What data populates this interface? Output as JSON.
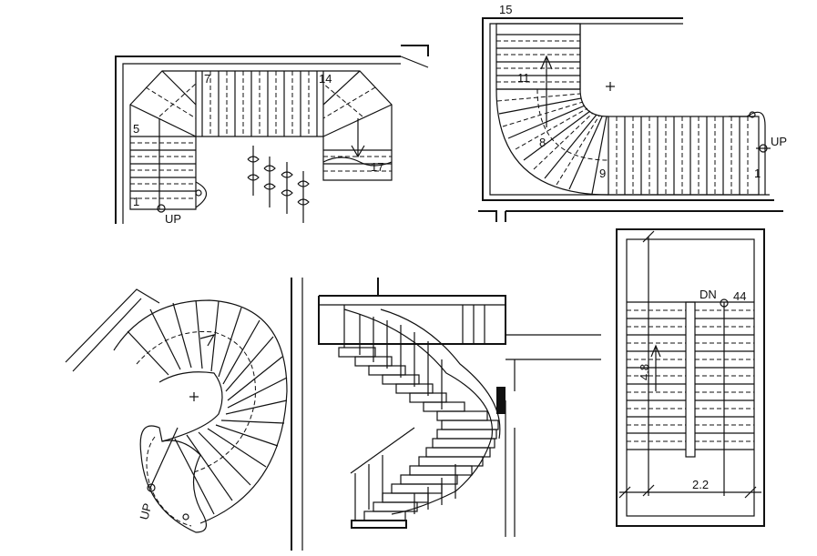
{
  "plan_l_shape": {
    "n1": "1",
    "n5": "5",
    "n7": "7",
    "n14": "14",
    "n17": "17",
    "up": "UP"
  },
  "plan_u_shape": {
    "n15": "15",
    "n11": "11",
    "n8": "8",
    "n9": "9",
    "n1": "1",
    "up": "UP"
  },
  "plan_spiral": {
    "up": "UP"
  },
  "plan_straight": {
    "dn": "DN",
    "n44": "44",
    "dim_length": "4.8",
    "dim_width": "2.2"
  }
}
